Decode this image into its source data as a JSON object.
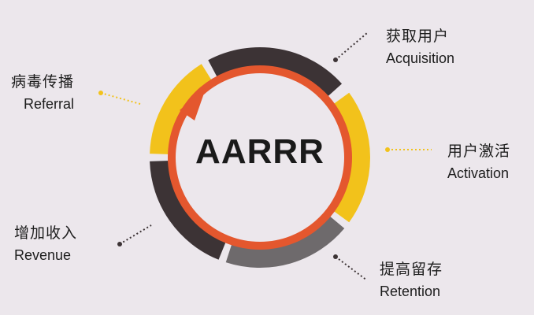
{
  "center": {
    "title": "AARRR"
  },
  "stages": [
    {
      "key": "acquisition",
      "zh": "获取用户",
      "en": "Acquisition",
      "color": "#3c3335"
    },
    {
      "key": "activation",
      "zh": "用户激活",
      "en": "Activation",
      "color": "#f2c21b"
    },
    {
      "key": "retention",
      "zh": "提高留存",
      "en": "Retention",
      "color": "#6e6a6c"
    },
    {
      "key": "revenue",
      "zh": "增加收入",
      "en": "Revenue",
      "color": "#3c3335"
    },
    {
      "key": "referral",
      "zh": "病毒传播",
      "en": "Referral",
      "color": "#f2c21b"
    }
  ],
  "colors": {
    "background": "#ece7ec",
    "inner_ring": "#e4572e",
    "arrow": "#e4572e",
    "dark_dots": "#3c3335",
    "yellow_dots": "#f2c21b"
  }
}
